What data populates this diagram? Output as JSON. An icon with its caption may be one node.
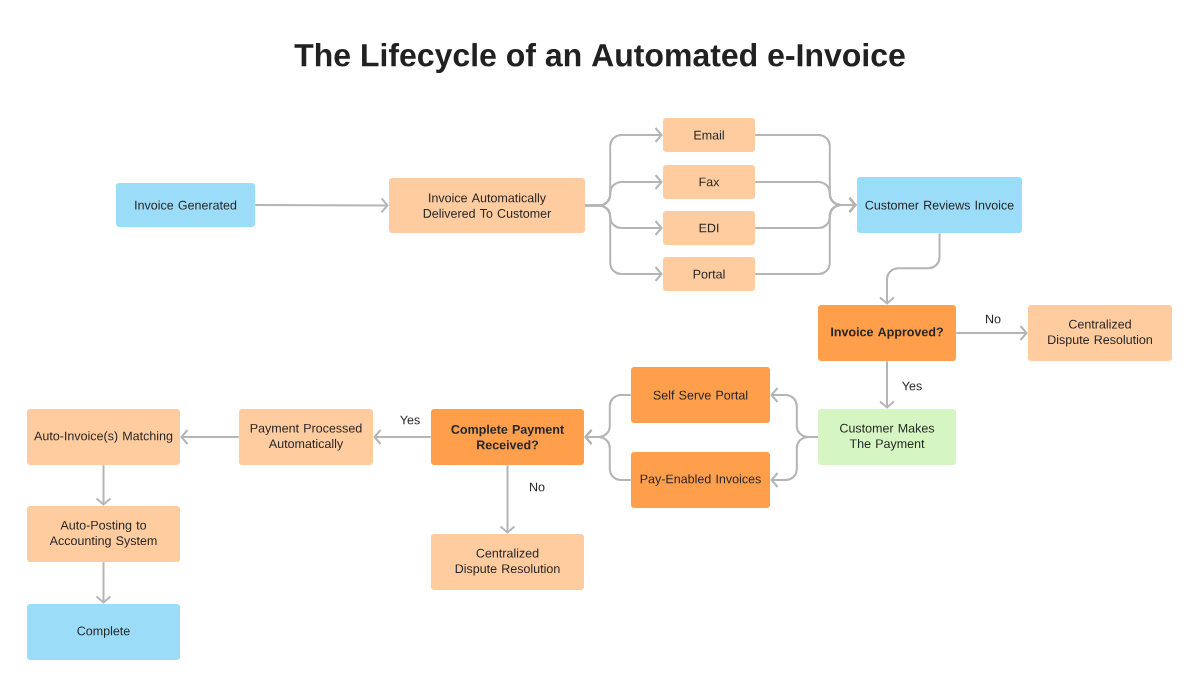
{
  "diagram": {
    "title": "The Lifecycle of an Automated  e-Invoice",
    "nodes": [
      {
        "text": [
          "Invoice Generated"
        ]
      },
      {
        "text": [
          "Invoice Automatically Delivered To Customer"
        ]
      },
      {
        "text": [
          "Email"
        ]
      },
      {
        "text": [
          "Fax"
        ]
      },
      {
        "text": [
          "EDI"
        ]
      },
      {
        "text": [
          "Portal"
        ]
      },
      {
        "text": [
          "Customer Reviews Invoice"
        ]
      },
      {
        "text": [
          "Invoice Approved?"
        ]
      },
      {
        "text": [
          "Centralized Dispute Resolution"
        ]
      },
      {
        "text": [
          "Customer Makes The Payment"
        ]
      },
      {
        "text": [
          "Self Serve Portal"
        ]
      },
      {
        "text": [
          "Pay-Enabled Invoices"
        ]
      },
      {
        "text": [
          "Complete Payment Received?"
        ]
      },
      {
        "text": [
          "Payment Processed Automatically"
        ]
      },
      {
        "text": [
          "Centralized Dispute Resolution"
        ]
      },
      {
        "text": [
          "Auto-Invoice(s) Matching"
        ]
      },
      {
        "text": [
          "Auto-Posting to Accounting System"
        ]
      },
      {
        "text": [
          "Complete"
        ]
      }
    ],
    "edges": [
      {
        "from": 0,
        "to": 1,
        "arrow": "to"
      },
      {
        "from": 1,
        "to": 2,
        "arrow": "to"
      },
      {
        "from": 1,
        "to": 3,
        "arrow": "to"
      },
      {
        "from": 1,
        "to": 4,
        "arrow": "to"
      },
      {
        "from": 1,
        "to": 5,
        "arrow": "to"
      },
      {
        "from": 2,
        "to": 6,
        "arrow": "to"
      },
      {
        "from": 3,
        "to": 6,
        "arrow": "to"
      },
      {
        "from": 4,
        "to": 6,
        "arrow": "to"
      },
      {
        "from": 5,
        "to": 6,
        "arrow": "to"
      },
      {
        "from": 6,
        "to": 7,
        "arrow": "to"
      },
      {
        "from": 7,
        "to": 8,
        "arrow": "to",
        "label": "No"
      },
      {
        "from": 7,
        "to": 9,
        "arrow": "to",
        "label": "Yes"
      },
      {
        "from": 9,
        "to": 10,
        "arrow": "to"
      },
      {
        "from": 9,
        "to": 11,
        "arrow": "to"
      },
      {
        "from": 10,
        "to": 12,
        "arrow": "to"
      },
      {
        "from": 11,
        "to": 12,
        "arrow": "to"
      },
      {
        "from": 12,
        "to": 13,
        "arrow": "to",
        "label": "Yes"
      },
      {
        "from": 12,
        "to": 14,
        "arrow": "to",
        "label": "No"
      },
      {
        "from": 13,
        "to": 15,
        "arrow": "to"
      },
      {
        "from": 15,
        "to": 16,
        "arrow": "to"
      },
      {
        "from": 16,
        "to": 17,
        "arrow": "to"
      }
    ]
  }
}
